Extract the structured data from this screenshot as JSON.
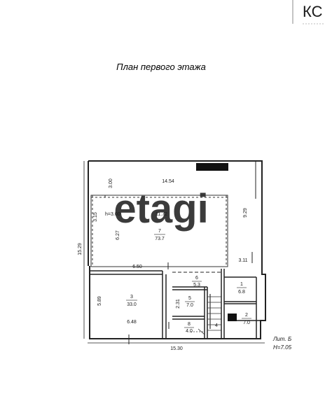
{
  "corner_logo": "КС",
  "title": "План первого этажа",
  "watermark": "etagi",
  "dimensions": {
    "top_width": "14.54",
    "left_top_height": "3.00",
    "right_height": "9.29",
    "left_middle_a": "3.15",
    "left_middle_b": "6.27",
    "left_overall": "15.29",
    "room3_width": "6.50",
    "room3_height": "5.89",
    "room3_bottom": "6.48",
    "right_small": "3.11",
    "stair_side": "2.31",
    "bottom_total": "15.30"
  },
  "height_marks": [
    "h=3.00",
    "11.72"
  ],
  "rooms": [
    {
      "number": "1",
      "area": "6.8"
    },
    {
      "number": "2",
      "area": "7.0"
    },
    {
      "number": "3",
      "area": "33.0"
    },
    {
      "number": "4",
      "area": ""
    },
    {
      "number": "5",
      "area": "7.0"
    },
    {
      "number": "6",
      "area": "5.3"
    },
    {
      "number": "7",
      "area": "73.7"
    },
    {
      "number": "8",
      "area": "4.0"
    }
  ],
  "stamp": {
    "line1": "Лит. Б",
    "line2": "Н=7.05"
  }
}
